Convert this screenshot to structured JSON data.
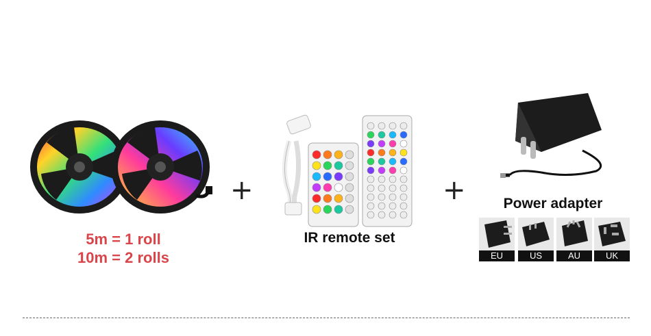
{
  "items": {
    "led_strip": {
      "caption_line1": "5m = 1 roll",
      "caption_line2": "10m = 2 rolls",
      "caption_color": "#d9454a"
    },
    "remote": {
      "caption": "IR remote set"
    },
    "adapter": {
      "caption": "Power adapter",
      "plugs": [
        "EU",
        "US",
        "AU",
        "UK"
      ]
    }
  },
  "separators": [
    "+",
    "+"
  ],
  "colors": {
    "text": "#111111",
    "accent": "#d9454a",
    "tag_bg": "#111111"
  }
}
